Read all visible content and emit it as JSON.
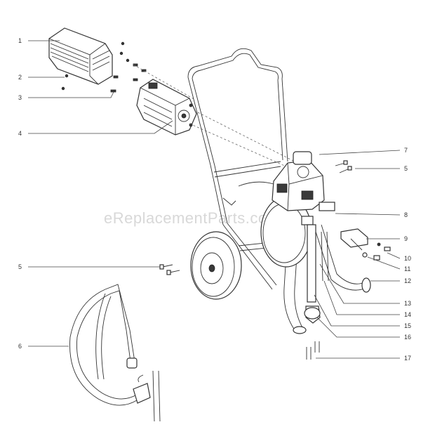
{
  "watermark": "eReplacementParts.com",
  "callouts": [
    {
      "id": "1",
      "label": "1"
    },
    {
      "id": "2",
      "label": "2"
    },
    {
      "id": "3",
      "label": "3"
    },
    {
      "id": "4",
      "label": "4"
    },
    {
      "id": "5a",
      "label": "5"
    },
    {
      "id": "5b",
      "label": "5"
    },
    {
      "id": "6",
      "label": "6"
    },
    {
      "id": "7",
      "label": "7"
    },
    {
      "id": "8",
      "label": "8"
    },
    {
      "id": "9",
      "label": "9"
    },
    {
      "id": "10",
      "label": "10"
    },
    {
      "id": "11",
      "label": "11"
    },
    {
      "id": "12",
      "label": "12"
    },
    {
      "id": "13",
      "label": "13"
    },
    {
      "id": "14",
      "label": "14"
    },
    {
      "id": "15",
      "label": "15"
    },
    {
      "id": "16",
      "label": "16"
    },
    {
      "id": "17",
      "label": "17"
    }
  ]
}
